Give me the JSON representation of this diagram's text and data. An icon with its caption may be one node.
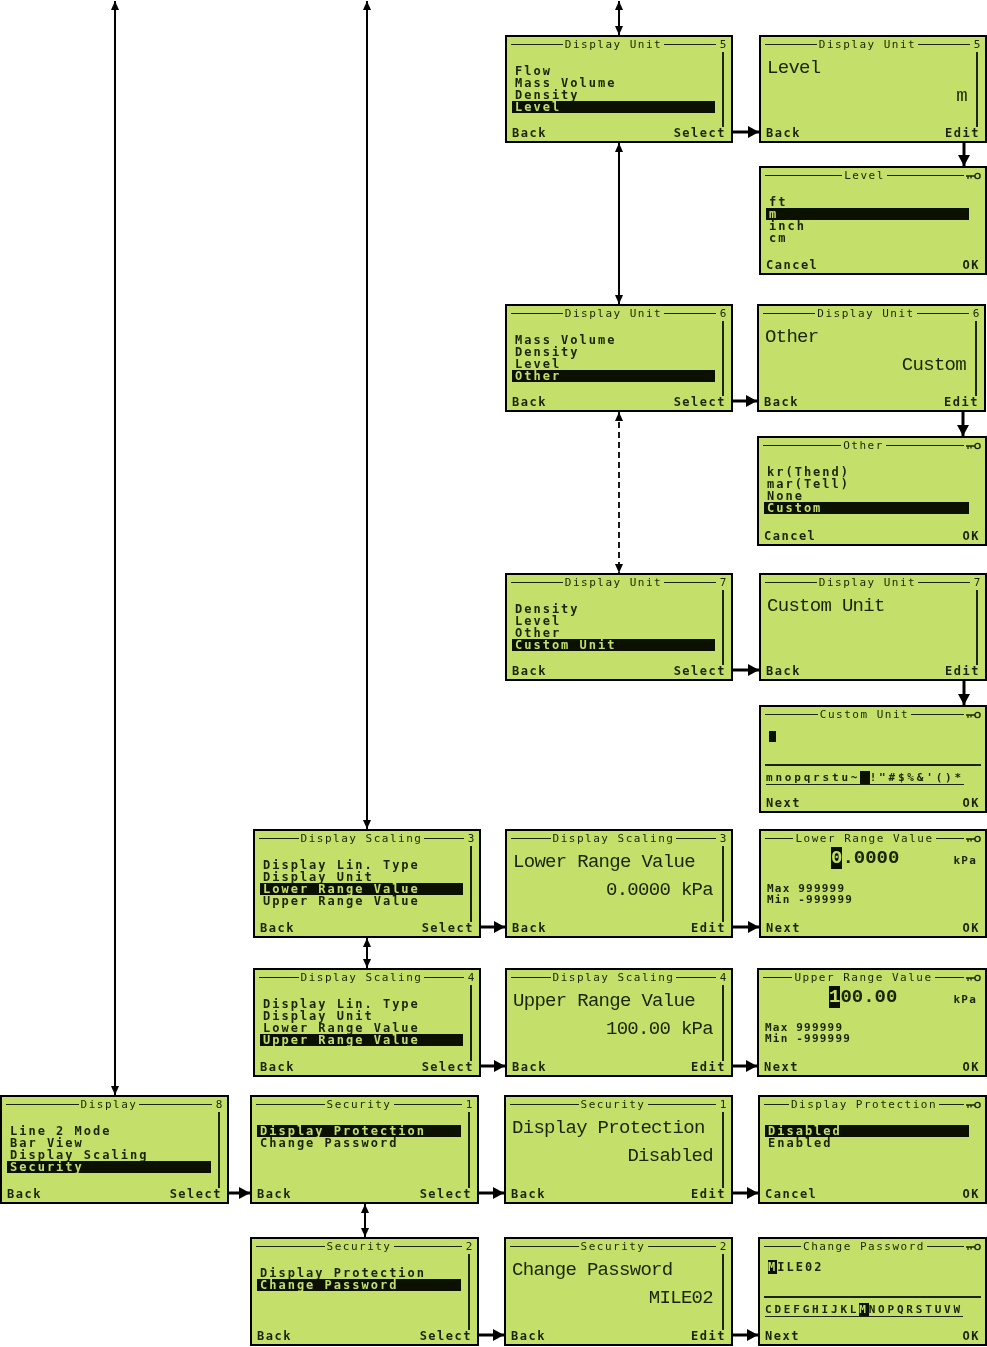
{
  "diagram": {
    "nodes": [
      {
        "text": [
          "Display Unit",
          "5",
          "Flow",
          "Mass Volume",
          "Density",
          "Level",
          "Back",
          "Select"
        ]
      },
      {
        "text": [
          "Display Unit",
          "5",
          "Level",
          "m",
          "Back",
          "Edit"
        ]
      },
      {
        "text": [
          "Level",
          "ft",
          "m",
          "inch",
          "cm",
          "Cancel",
          "OK"
        ]
      },
      {
        "text": [
          "Display Unit",
          "6",
          "Mass Volume",
          "Density",
          "Level",
          "Other",
          "Back",
          "Select"
        ]
      },
      {
        "text": [
          "Display Unit",
          "6",
          "Other",
          "Custom",
          "Back",
          "Edit"
        ]
      },
      {
        "text": [
          "Other",
          "kr(Thend)",
          "mar(Tell)",
          "None",
          "Custom",
          "Cancel",
          "OK"
        ]
      },
      {
        "text": [
          "Display Unit",
          "7",
          "Density",
          "Level",
          "Other",
          "Custom Unit",
          "Back",
          "Select"
        ]
      },
      {
        "text": [
          "Display Unit",
          "7",
          "Custom Unit",
          "Back",
          "Edit"
        ]
      },
      {
        "text": [
          "Custom Unit",
          "mnopqrstu~ !\"#$%&'()*",
          "Next",
          "OK"
        ]
      },
      {
        "text": [
          "Display Scaling",
          "3",
          "Display Lin. Type",
          "Display Unit",
          "Lower Range Value",
          "Upper Range Value",
          "Back",
          "Select"
        ]
      },
      {
        "text": [
          "Display Scaling",
          "3",
          "Lower Range Value",
          "0.0000 kPa",
          "Back",
          "Edit"
        ]
      },
      {
        "text": [
          "Lower Range Value",
          "0.0000",
          "kPa",
          "Max 999999",
          "Min -999999",
          "Next",
          "OK"
        ]
      },
      {
        "text": [
          "Display Scaling",
          "4",
          "Display Lin. Type",
          "Display Unit",
          "Lower Range Value",
          "Upper Range Value",
          "Back",
          "Select"
        ]
      },
      {
        "text": [
          "Display Scaling",
          "4",
          "Upper Range Value",
          "100.00 kPa",
          "Back",
          "Edit"
        ]
      },
      {
        "text": [
          "Upper Range Value",
          "100.00",
          "kPa",
          "Max 999999",
          "Min -999999",
          "Next",
          "OK"
        ]
      },
      {
        "text": [
          "Display",
          "8",
          "Line 2 Mode",
          "Bar View",
          "Display Scaling",
          "Security",
          "Back",
          "Select"
        ]
      },
      {
        "text": [
          "Security",
          "1",
          "Display Protection",
          "Change Password",
          "Back",
          "Select"
        ]
      },
      {
        "text": [
          "Security",
          "1",
          "Display Protection",
          "Disabled",
          "Back",
          "Edit"
        ]
      },
      {
        "text": [
          "Display Protection",
          "Disabled",
          "Enabled",
          "Cancel",
          "OK"
        ]
      },
      {
        "text": [
          "Security",
          "2",
          "Display Protection",
          "Change Password",
          "Back",
          "Select"
        ]
      },
      {
        "text": [
          "Security",
          "2",
          "Change Password",
          "MILE02",
          "Back",
          "Edit"
        ]
      },
      {
        "text": [
          "Change Password",
          "MILE02",
          "CDEFGHIJKLMNOPQRSTUVW",
          "Next",
          "OK"
        ]
      }
    ],
    "edges": [
      {
        "from": null,
        "to": 15,
        "arrow": "both"
      },
      {
        "from": null,
        "to": 9,
        "arrow": "both"
      },
      {
        "from": null,
        "to": 0,
        "arrow": "both"
      },
      {
        "from": 0,
        "to": 3,
        "arrow": "both"
      },
      {
        "from": 3,
        "to": 6,
        "arrow": "both",
        "style": "dashed"
      },
      {
        "from": 0,
        "to": 1,
        "arrow": "to"
      },
      {
        "from": 1,
        "to": 2,
        "arrow": "to"
      },
      {
        "from": 3,
        "to": 4,
        "arrow": "to"
      },
      {
        "from": 4,
        "to": 5,
        "arrow": "to"
      },
      {
        "from": 6,
        "to": 7,
        "arrow": "to"
      },
      {
        "from": 7,
        "to": 8,
        "arrow": "to"
      },
      {
        "from": 9,
        "to": 10,
        "arrow": "to"
      },
      {
        "from": 10,
        "to": 11,
        "arrow": "to"
      },
      {
        "from": 9,
        "to": 12,
        "arrow": "both"
      },
      {
        "from": 12,
        "to": 13,
        "arrow": "to"
      },
      {
        "from": 13,
        "to": 14,
        "arrow": "to"
      },
      {
        "from": 15,
        "to": 16,
        "arrow": "to"
      },
      {
        "from": 16,
        "to": 17,
        "arrow": "to"
      },
      {
        "from": 17,
        "to": 18,
        "arrow": "to"
      },
      {
        "from": 16,
        "to": 19,
        "arrow": "both"
      },
      {
        "from": 19,
        "to": 20,
        "arrow": "to"
      },
      {
        "from": 20,
        "to": 21,
        "arrow": "to"
      }
    ]
  }
}
